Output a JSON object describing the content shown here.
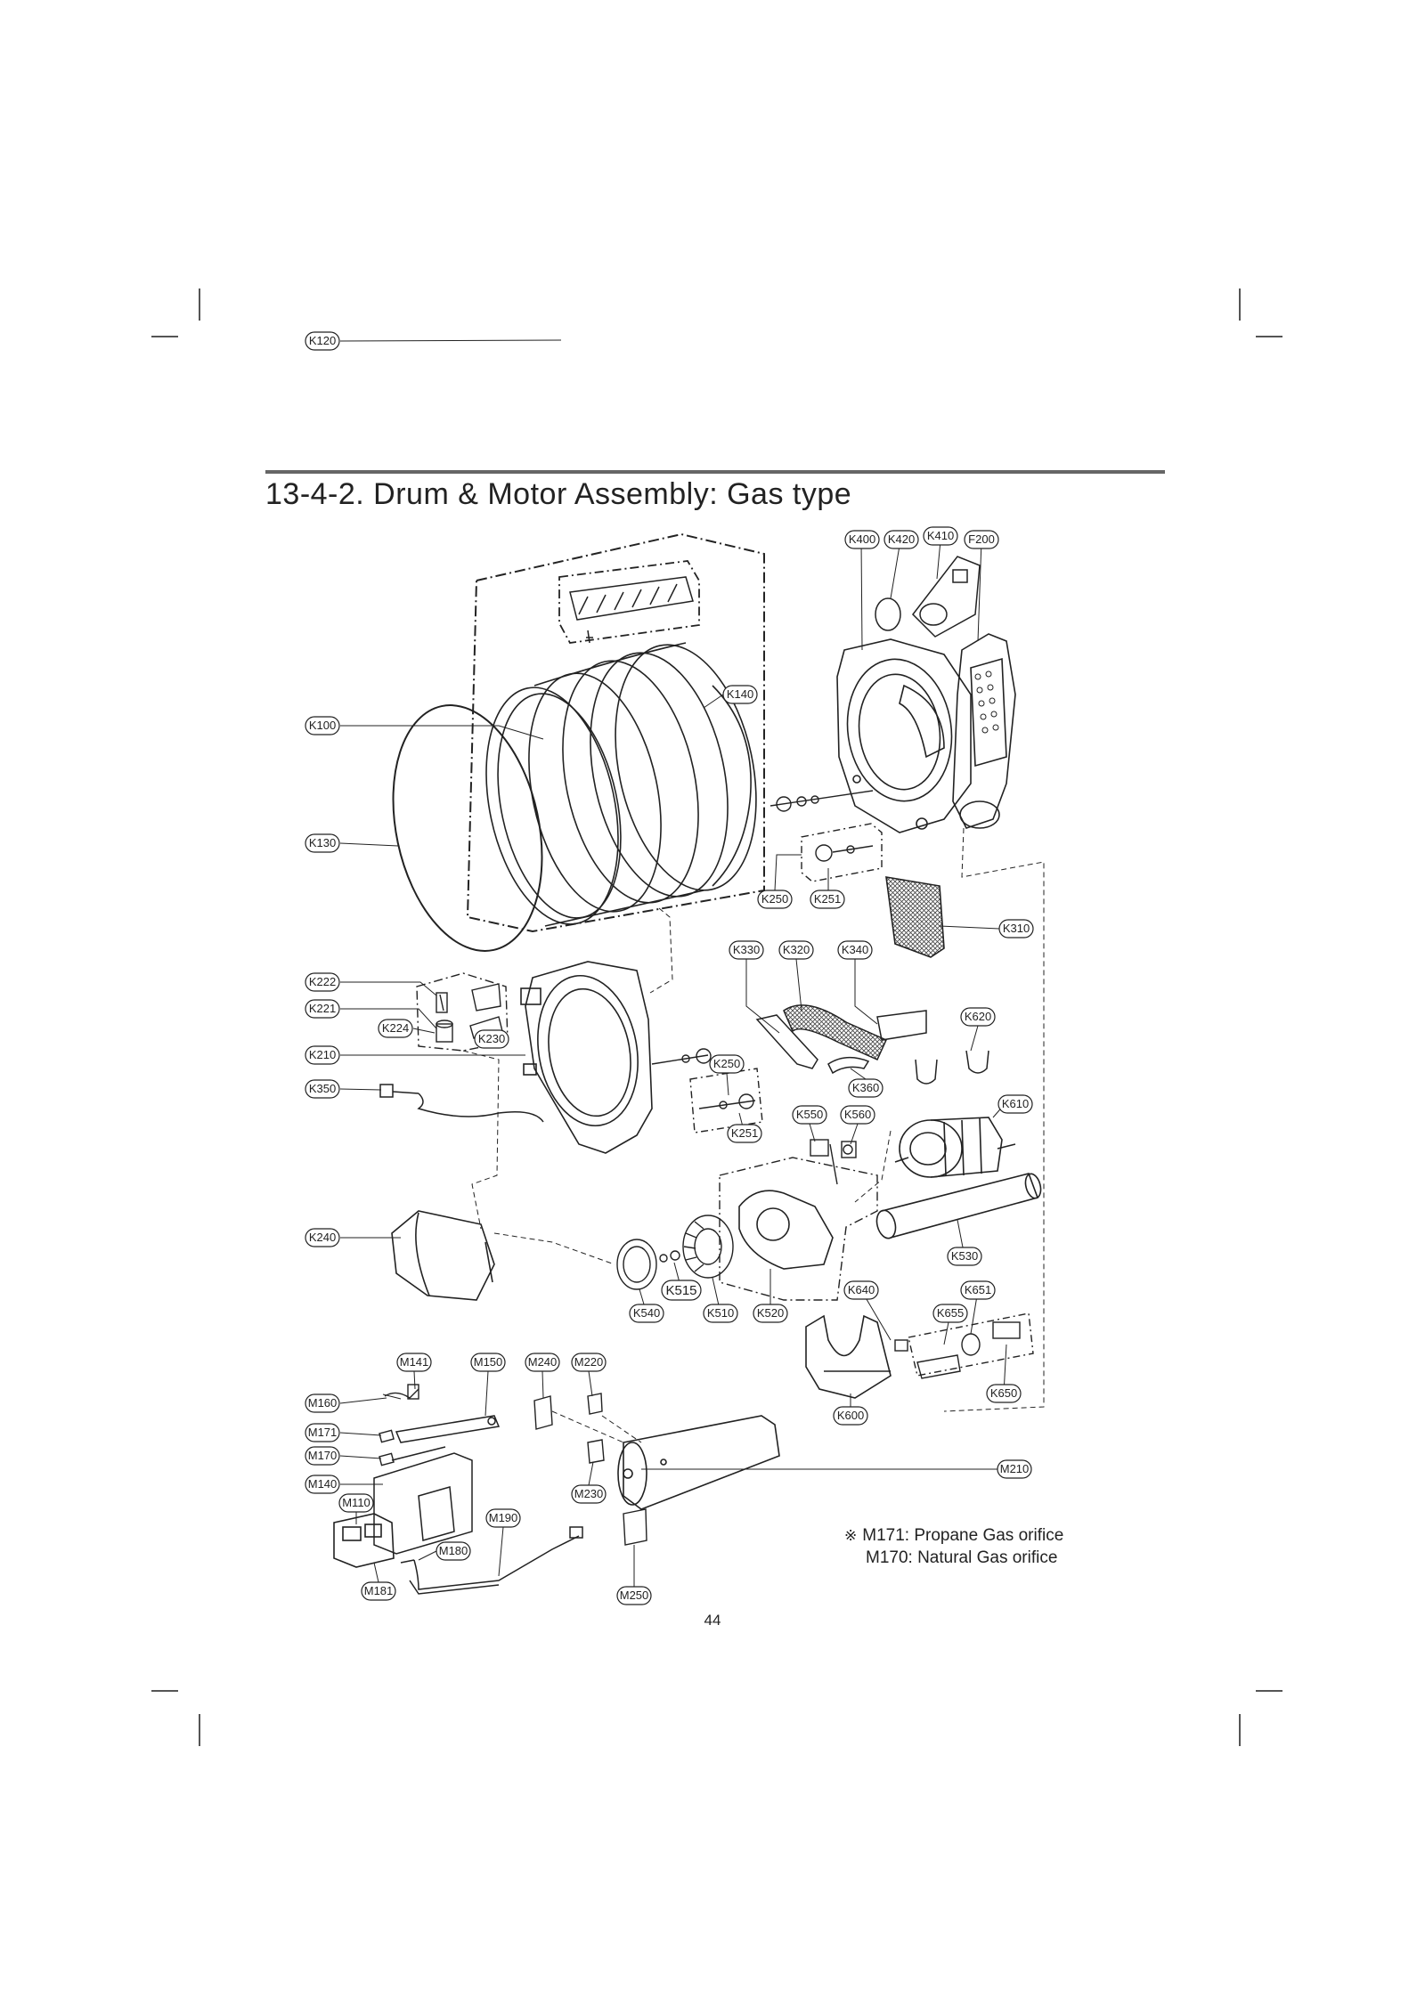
{
  "title": "13-4-2. Drum & Motor Assembly: Gas type",
  "note": {
    "symbol": "※",
    "line1": "M171: Propane Gas orifice",
    "line2": "M170: Natural Gas orifice"
  },
  "page_number": "44",
  "callouts": {
    "K400": "K400",
    "K420": "K420",
    "K410": "K410",
    "F200": "F200",
    "K120": "K120",
    "K140": "K140",
    "K100": "K100",
    "K130": "K130",
    "K250a": "K250",
    "K251a": "K251",
    "K310": "K310",
    "K330": "K330",
    "K320": "K320",
    "K340": "K340",
    "K222": "K222",
    "K221": "K221",
    "K224": "K224",
    "K230": "K230",
    "K210": "K210",
    "K620": "K620",
    "K250b": "K250",
    "K360": "K360",
    "K350": "K350",
    "K550": "K550",
    "K560": "K560",
    "K610": "K610",
    "K251b": "K251",
    "K240": "K240",
    "K530": "K530",
    "K515": "K515",
    "K540": "K540",
    "K510": "K510",
    "K520": "K520",
    "K640": "K640",
    "K651": "K651",
    "K655": "K655",
    "K650": "K650",
    "K600": "K600",
    "M141": "M141",
    "M150": "M150",
    "M240": "M240",
    "M220": "M220",
    "M160": "M160",
    "M171": "M171",
    "M170": "M170",
    "M140": "M140",
    "M110": "M110",
    "M230": "M230",
    "M210": "M210",
    "M190": "M190",
    "M180": "M180",
    "M181": "M181",
    "M250": "M250"
  }
}
